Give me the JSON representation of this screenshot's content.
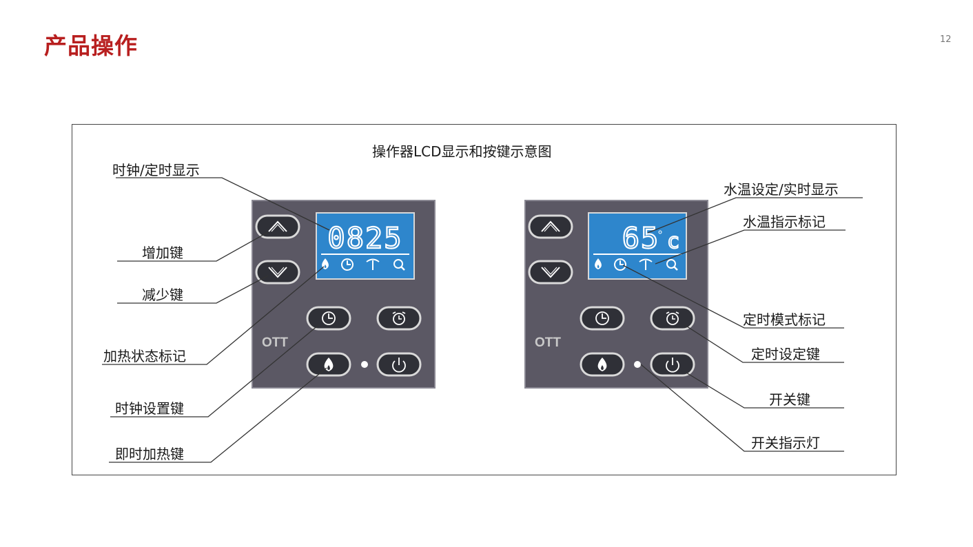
{
  "slide": {
    "title": "产品操作",
    "page_number": "12"
  },
  "diagram": {
    "title": "操作器LCD显示和按键示意图"
  },
  "left_panel": {
    "brand": "OTT",
    "lcd_time": "0825"
  },
  "right_panel": {
    "brand": "OTT",
    "lcd_temperature": "65",
    "lcd_unit": "c"
  },
  "labels_left": {
    "clock_timer_display": "时钟/定时显示",
    "increase_key": "增加键",
    "decrease_key": "减少键",
    "heating_status_mark": "加热状态标记",
    "clock_set_key": "时钟设置键",
    "instant_heat_key": "即时加热键"
  },
  "labels_right": {
    "water_temp_display": "水温设定/实时显示",
    "water_temp_mark": "水温指示标记",
    "timer_mode_mark": "定时模式标记",
    "timer_set_key": "定时设定键",
    "power_key": "开关键",
    "power_indicator": "开关指示灯"
  },
  "colors": {
    "title_red": "#b81f1f",
    "panel_gray": "#5b5864",
    "lcd_blue": "#2e86cc",
    "button_dark": "#2f3037"
  }
}
